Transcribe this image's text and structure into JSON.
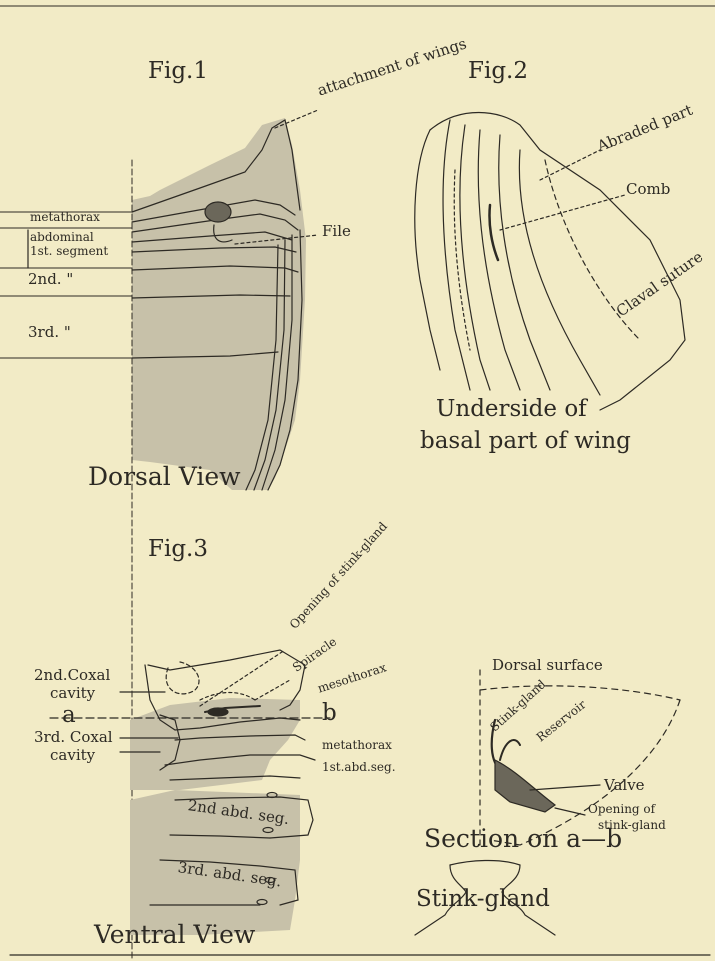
{
  "fig1": {
    "title": "Fig.1",
    "attach_label": "attachment of wings",
    "file_label": "File",
    "metathorax": "metathorax",
    "abdominal": "abdominal",
    "first_segment": "1st. segment",
    "second": "2nd. \"",
    "third": "3rd. \"",
    "caption": "Dorsal View"
  },
  "fig2": {
    "title": "Fig.2",
    "abraded": "Abraded part",
    "comb": "Comb",
    "claval": "Claval suture",
    "caption_line1": "Underside of",
    "caption_line2": "basal part of wing"
  },
  "fig3": {
    "title": "Fig.3",
    "opening": "Opening of stink-gland",
    "spiracle": "Spiracle",
    "mesothorax": "mesothorax",
    "coxal2_line1": "2nd.Coxal",
    "coxal2_line2": "cavity",
    "a_label": "a",
    "b_label": "b",
    "metathorax": "metathorax",
    "coxal3_line1": "3rd. Coxal",
    "coxal3_line2": "cavity",
    "abd1": "1st.abd.seg.",
    "abd2": "2nd abd. seg.",
    "abd3": "3rd. abd. seg.",
    "caption": "Ventral View"
  },
  "section": {
    "dorsal": "Dorsal surface",
    "stink_gland": "Stink-gland",
    "reservoir": "Reservoir",
    "valve": "Valve",
    "opening_line1": "Opening of",
    "opening_line2": "stink-gland",
    "caption": "Section on a—b"
  },
  "stink_caption": "Stink-gland",
  "colors": {
    "paper": "#f2ebc6",
    "ink": "#2d2a24",
    "shade": "#c7c1a9"
  }
}
